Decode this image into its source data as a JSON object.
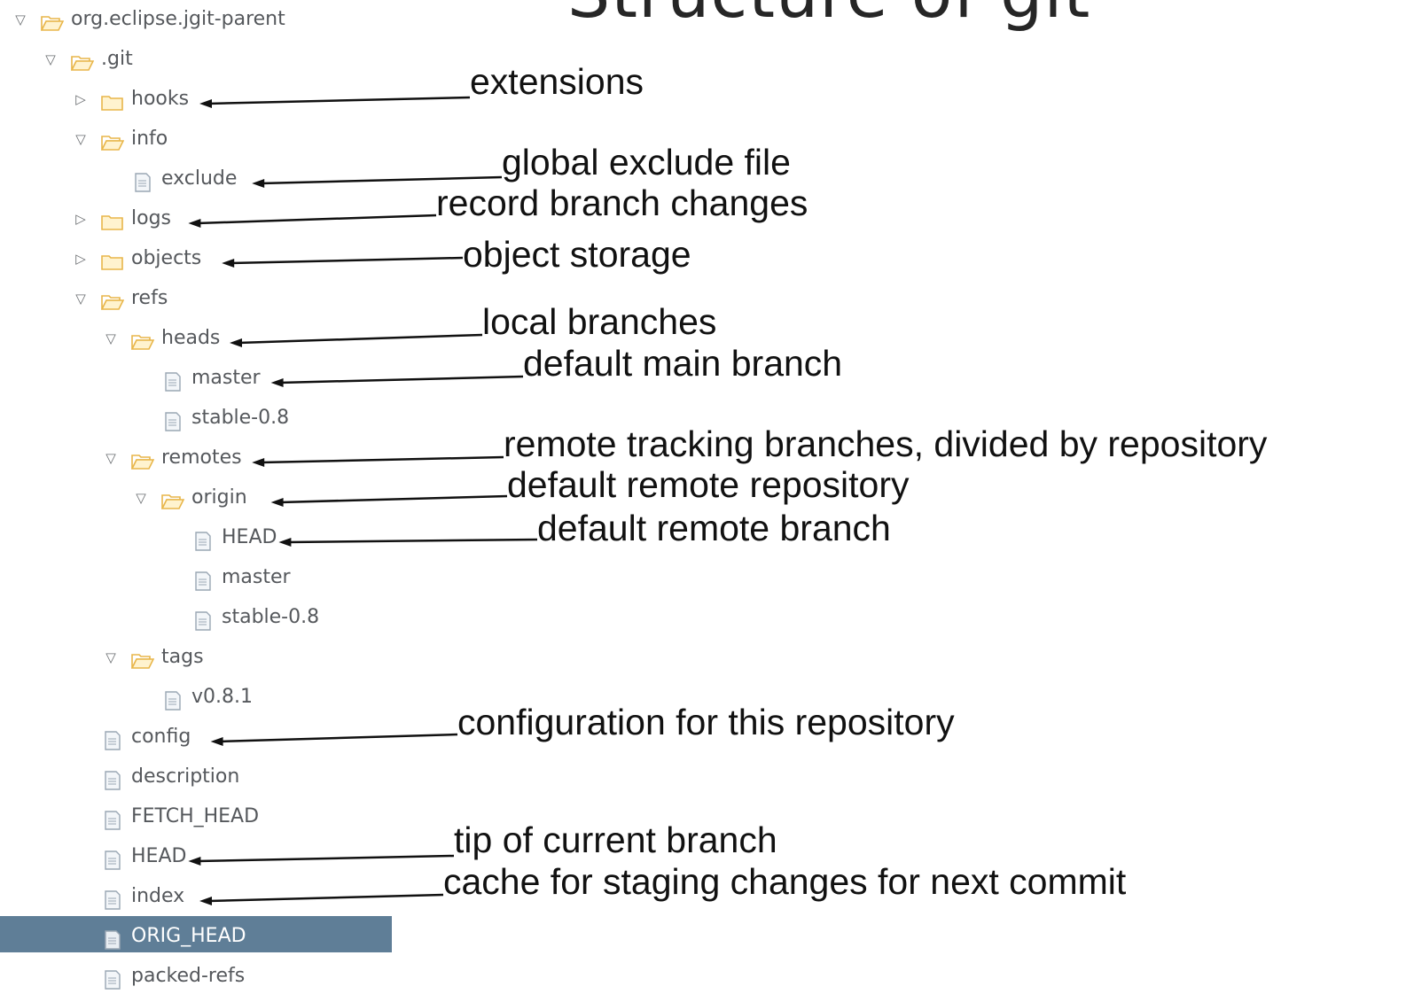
{
  "title": "Structure of git",
  "tree": [
    {
      "id": "root",
      "label": "org.eclipse.jgit-parent",
      "type": "folder",
      "expanded": true,
      "depth": 0
    },
    {
      "id": "git",
      "label": ".git",
      "type": "folder",
      "expanded": true,
      "depth": 1
    },
    {
      "id": "hooks",
      "label": "hooks",
      "type": "folder",
      "expanded": false,
      "depth": 2
    },
    {
      "id": "info",
      "label": "info",
      "type": "folder",
      "expanded": true,
      "depth": 2
    },
    {
      "id": "exclude",
      "label": "exclude",
      "type": "file",
      "depth": 3
    },
    {
      "id": "logs",
      "label": "logs",
      "type": "folder",
      "expanded": false,
      "depth": 2
    },
    {
      "id": "objects",
      "label": "objects",
      "type": "folder",
      "expanded": false,
      "depth": 2
    },
    {
      "id": "refs",
      "label": "refs",
      "type": "folder",
      "expanded": true,
      "depth": 2
    },
    {
      "id": "heads",
      "label": "heads",
      "type": "folder",
      "expanded": true,
      "depth": 3
    },
    {
      "id": "master",
      "label": "master",
      "type": "file",
      "depth": 4
    },
    {
      "id": "stable08",
      "label": "stable-0.8",
      "type": "file",
      "depth": 4
    },
    {
      "id": "remotes",
      "label": "remotes",
      "type": "folder",
      "expanded": true,
      "depth": 3
    },
    {
      "id": "origin",
      "label": "origin",
      "type": "folder",
      "expanded": true,
      "depth": 4
    },
    {
      "id": "originhead",
      "label": "HEAD",
      "type": "file",
      "depth": 5
    },
    {
      "id": "originmaster",
      "label": "master",
      "type": "file",
      "depth": 5
    },
    {
      "id": "originstable",
      "label": "stable-0.8",
      "type": "file",
      "depth": 5
    },
    {
      "id": "tags",
      "label": "tags",
      "type": "folder",
      "expanded": true,
      "depth": 3
    },
    {
      "id": "v081",
      "label": "v0.8.1",
      "type": "file",
      "depth": 4
    },
    {
      "id": "config",
      "label": "config",
      "type": "file",
      "depth": 2
    },
    {
      "id": "description",
      "label": "description",
      "type": "file",
      "depth": 2
    },
    {
      "id": "fetchhead",
      "label": "FETCH_HEAD",
      "type": "file",
      "depth": 2
    },
    {
      "id": "head",
      "label": "HEAD",
      "type": "file",
      "depth": 2
    },
    {
      "id": "index",
      "label": "index",
      "type": "file",
      "depth": 2
    },
    {
      "id": "orighead",
      "label": "ORIG_HEAD",
      "type": "file",
      "depth": 2,
      "selected": true
    },
    {
      "id": "packedrefs",
      "label": "packed-refs",
      "type": "file",
      "depth": 2
    }
  ],
  "annotations": [
    {
      "id": "a-hooks",
      "text": "extensions",
      "target": "hooks"
    },
    {
      "id": "a-exclude",
      "text": "global exclude file",
      "target": "exclude"
    },
    {
      "id": "a-logs",
      "text": "record branch changes",
      "target": "logs"
    },
    {
      "id": "a-objects",
      "text": "object storage",
      "target": "objects"
    },
    {
      "id": "a-heads",
      "text": "local branches",
      "target": "heads"
    },
    {
      "id": "a-master",
      "text": "default main branch",
      "target": "master"
    },
    {
      "id": "a-remotes",
      "text": "remote tracking branches, divided by repository",
      "target": "remotes"
    },
    {
      "id": "a-origin",
      "text": "default remote repository",
      "target": "origin"
    },
    {
      "id": "a-originhead",
      "text": "default remote branch",
      "target": "originhead"
    },
    {
      "id": "a-config",
      "text": "configuration for this repository",
      "target": "config"
    },
    {
      "id": "a-head",
      "text": "tip of current branch",
      "target": "head"
    },
    {
      "id": "a-index",
      "text": "cache for staging changes for next commit",
      "target": "index"
    }
  ],
  "colors": {
    "selection": "#5f7e97",
    "folder_icon": "#e8b64a",
    "file_icon": "#9aa7b4",
    "arrow": "#111111"
  }
}
